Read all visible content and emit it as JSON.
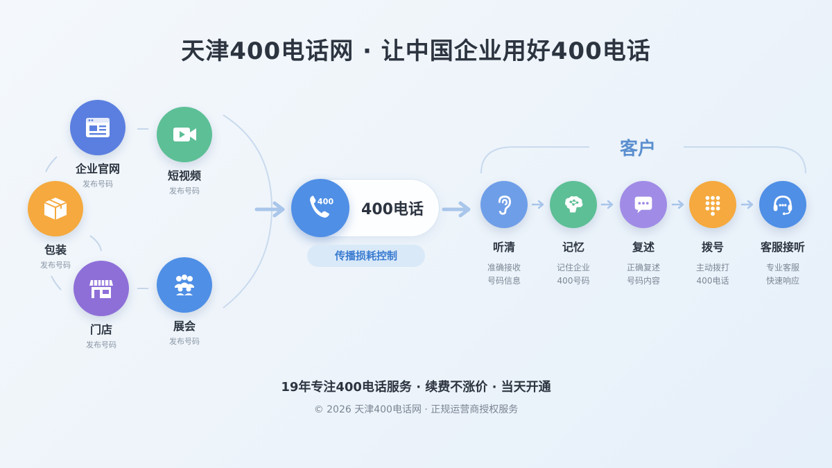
{
  "title": "天津400电话网 · 让中国企业用好400电话",
  "sources": [
    {
      "id": "website",
      "label": "企业官网",
      "sub": "发布号码",
      "icon": "browser-icon",
      "color": "#5b7fe0"
    },
    {
      "id": "video",
      "label": "短视频",
      "sub": "发布号码",
      "icon": "video-camera-icon",
      "color": "#5dbf96"
    },
    {
      "id": "package",
      "label": "包装",
      "sub": "发布号码",
      "icon": "package-box-icon",
      "color": "#f5a93e"
    },
    {
      "id": "store",
      "label": "门店",
      "sub": "发布号码",
      "icon": "storefront-icon",
      "color": "#8e6fd8"
    },
    {
      "id": "expo",
      "label": "展会",
      "sub": "发布号码",
      "icon": "people-group-icon",
      "color": "#4f8fe6"
    }
  ],
  "center": {
    "number_text": "400",
    "label": "400电话",
    "badge": "传播损耗控制",
    "color": "#4f8fe6"
  },
  "customer_label": "客户",
  "steps": [
    {
      "id": "listen",
      "label": "听清",
      "sub1": "准确接收",
      "sub2": "号码信息",
      "icon": "ear-icon",
      "color": "#6f9ee8"
    },
    {
      "id": "remember",
      "label": "记忆",
      "sub1": "记住企业",
      "sub2": "400号码",
      "icon": "brain-icon",
      "color": "#5dbf96"
    },
    {
      "id": "repeat",
      "label": "复述",
      "sub1": "正确复述",
      "sub2": "号码内容",
      "icon": "speech-bubble-icon",
      "color": "#a08be6"
    },
    {
      "id": "dial",
      "label": "拨号",
      "sub1": "主动拨打",
      "sub2": "400电话",
      "icon": "keypad-icon",
      "color": "#f5a93e"
    },
    {
      "id": "service",
      "label": "客服接听",
      "sub1": "专业客服",
      "sub2": "快速响应",
      "icon": "headset-icon",
      "color": "#4f8fe6"
    }
  ],
  "footer": {
    "main": "19年专注400电话服务 · 续费不涨价 · 当天开通",
    "sub": "© 2026 天津400电话网 · 正规运营商授权服务"
  }
}
